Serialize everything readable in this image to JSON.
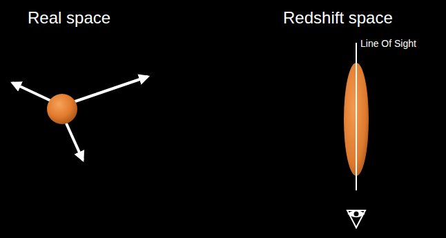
{
  "diagram": {
    "labels": [
      "Real space",
      "Redshift space",
      "Line Of Sight"
    ]
  }
}
